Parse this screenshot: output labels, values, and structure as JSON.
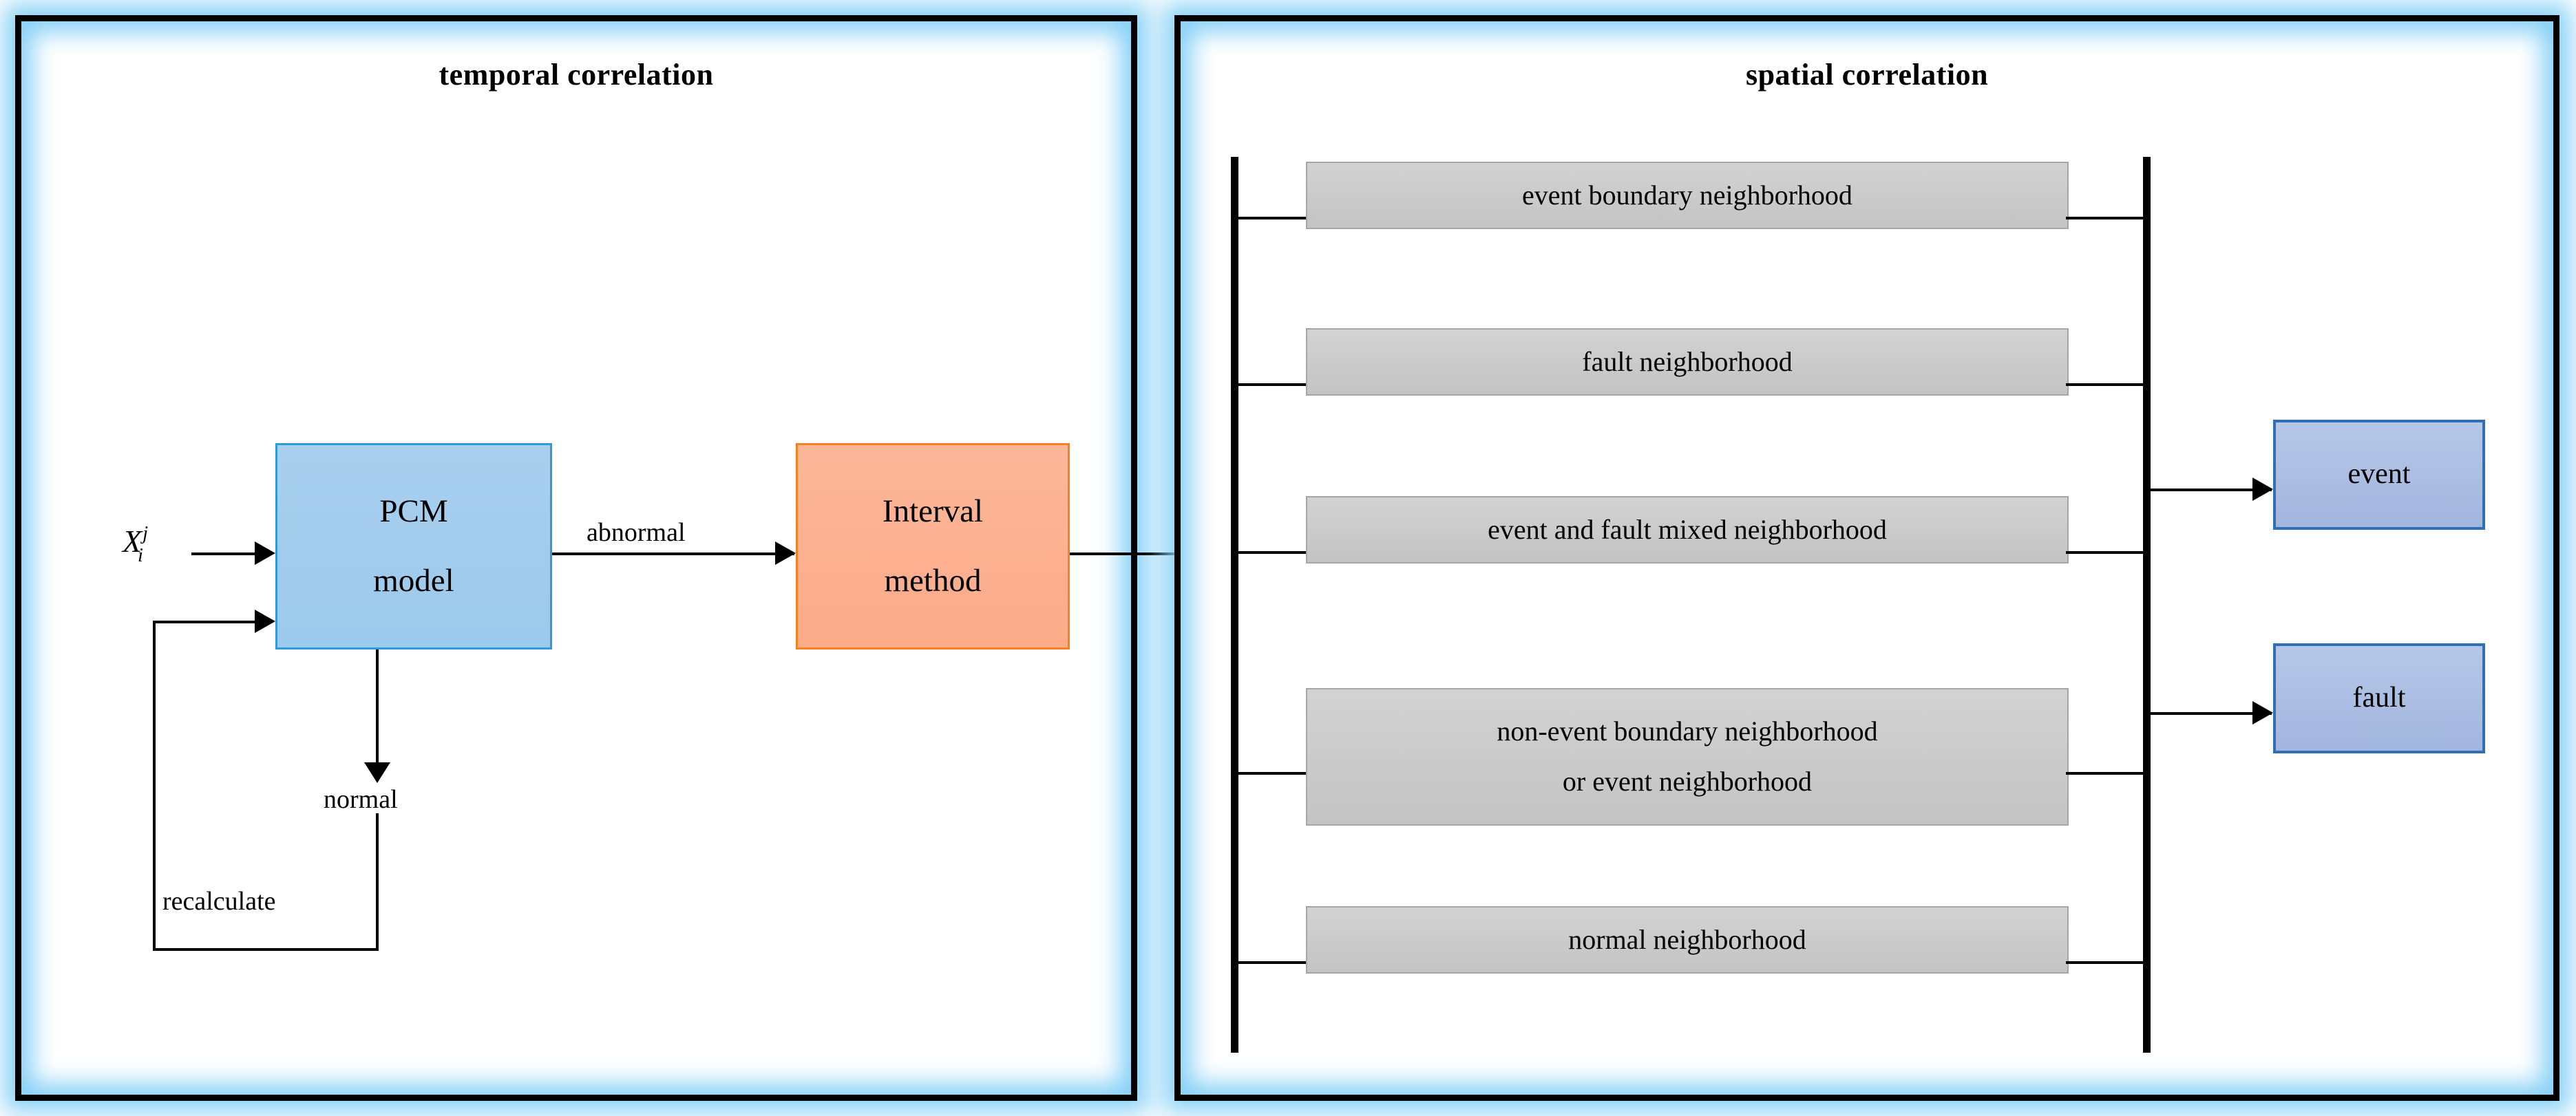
{
  "panels": {
    "temporal": {
      "title": "temporal correlation"
    },
    "spatial": {
      "title": "spatial correlation"
    }
  },
  "temporal": {
    "input_var": {
      "base": "X",
      "sup": "j",
      "sub": "i"
    },
    "pcm_box": {
      "line1": "PCM",
      "line2": "model"
    },
    "interval_box": {
      "line1": "Interval",
      "line2": "method"
    },
    "edge_abnormal": "abnormal",
    "edge_normal": "normal",
    "edge_recalculate": "recalculate"
  },
  "spatial": {
    "neighborhoods": [
      {
        "id": "event-boundary",
        "lines": [
          "event boundary neighborhood"
        ]
      },
      {
        "id": "fault",
        "lines": [
          "fault neighborhood"
        ]
      },
      {
        "id": "event-fault-mixed",
        "lines": [
          "event and fault mixed neighborhood"
        ]
      },
      {
        "id": "non-event-boundary",
        "lines": [
          "non-event boundary neighborhood",
          "or event neighborhood"
        ]
      },
      {
        "id": "normal",
        "lines": [
          "normal neighborhood"
        ]
      }
    ],
    "outputs": [
      {
        "id": "event",
        "label": "event"
      },
      {
        "id": "fault",
        "label": "fault"
      }
    ]
  },
  "colors": {
    "panel_border": "#000000",
    "panel_glow": "#80cef7",
    "pcm_fill": "#a9cfee",
    "pcm_border": "#2e9bd6",
    "interval_fill": "#fcb79a",
    "interval_border": "#f4821f",
    "neighborhood_fill": "#cccccc",
    "neighborhood_border": "#a6a6a6",
    "output_fill": "#aebfe5",
    "output_border": "#2f6fb5",
    "line": "#000000"
  }
}
